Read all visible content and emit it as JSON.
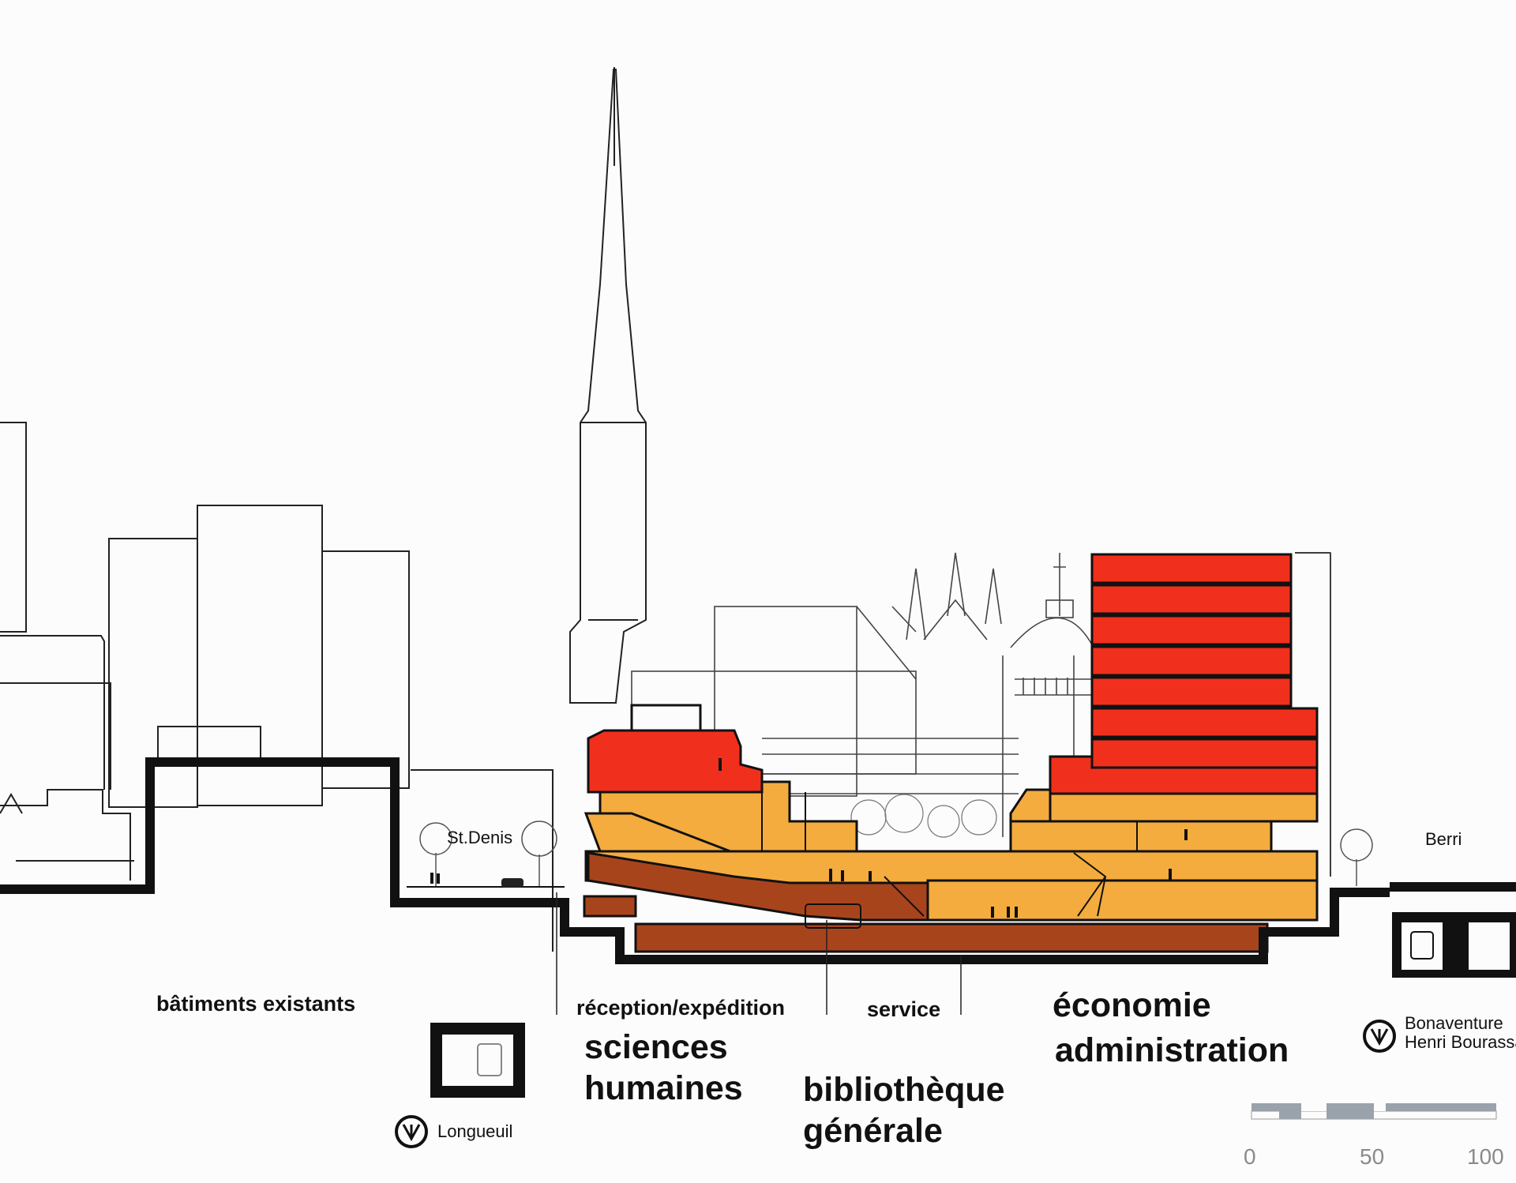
{
  "streets": {
    "left": "St.Denis",
    "right": "Berri"
  },
  "labels": {
    "existing_buildings": "bâtiments existants",
    "receiving_shipping": "réception/expédition",
    "service": "service",
    "humanities_1": "sciences",
    "humanities_2": "humaines",
    "library_1": "bibliothèque",
    "library_2": "générale",
    "economics_1": "économie",
    "economics_2": "administration"
  },
  "metro": {
    "left_station": "Longueuil",
    "right_station_1": "Bonaventure",
    "right_station_2": "Henri Bourassa"
  },
  "scale": {
    "min": "0",
    "mid": "50",
    "max": "100"
  },
  "colors": {
    "red": "#f0301c",
    "orange": "#f4ac3e",
    "brown": "#a8441c",
    "outline": "#111111",
    "background": "#fbfcfb"
  },
  "icons": [
    "metro-icon",
    "train-icon",
    "car-icon",
    "tree-icon",
    "person-icon"
  ]
}
